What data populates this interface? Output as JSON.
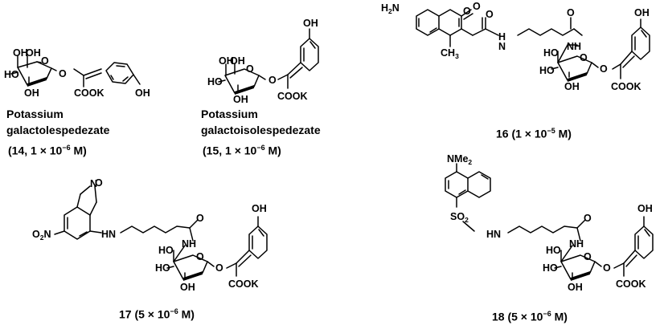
{
  "compounds": [
    {
      "id": "14",
      "name_line1": "Potassium",
      "name_line2": "galactolespedezate",
      "caption": "(14, 1 × 10",
      "exp": "−6",
      "unit": " M)"
    },
    {
      "id": "15",
      "name_line1": "Potassium",
      "name_line2": "galactoisolespedezate",
      "caption": "(15,  1 × 10",
      "exp": "−6",
      "unit": " M)"
    },
    {
      "id": "16",
      "caption": "16 (1 × 10",
      "exp": "−5",
      "unit": " M)"
    },
    {
      "id": "17",
      "caption": "17 (5 × 10",
      "exp": "−6",
      "unit": " M)"
    },
    {
      "id": "18",
      "caption": "18 (5 × 10",
      "exp": "−6",
      "unit": " M)"
    }
  ],
  "atoms": {
    "oh": "OH",
    "ho": "HO",
    "o": "O",
    "cook": "COOK",
    "nh2": "H2N",
    "ch3": "CH3",
    "nh": "NH",
    "hn": "HN",
    "n": "N",
    "o2n": "O2N",
    "nme2": "NMe2",
    "so2": "SO2"
  }
}
